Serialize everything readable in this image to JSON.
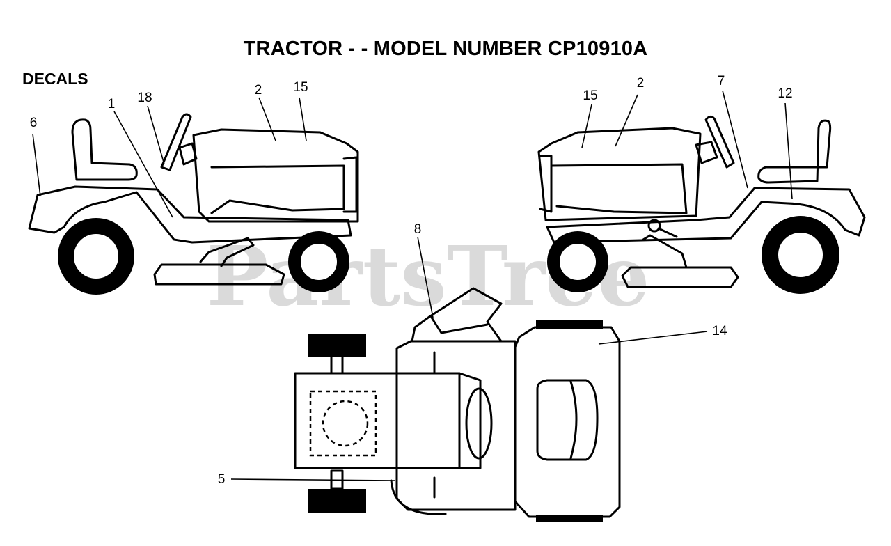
{
  "title": "TRACTOR - - MODEL NUMBER CP10910A",
  "subtitle": "DECALS",
  "watermark": "PartsTree",
  "callouts": {
    "left_6": "6",
    "left_1": "1",
    "left_18": "18",
    "left_2": "2",
    "left_15": "15",
    "right_15": "15",
    "right_2": "2",
    "right_7": "7",
    "right_12": "12",
    "top_8": "8",
    "top_14": "14",
    "top_5": "5"
  }
}
